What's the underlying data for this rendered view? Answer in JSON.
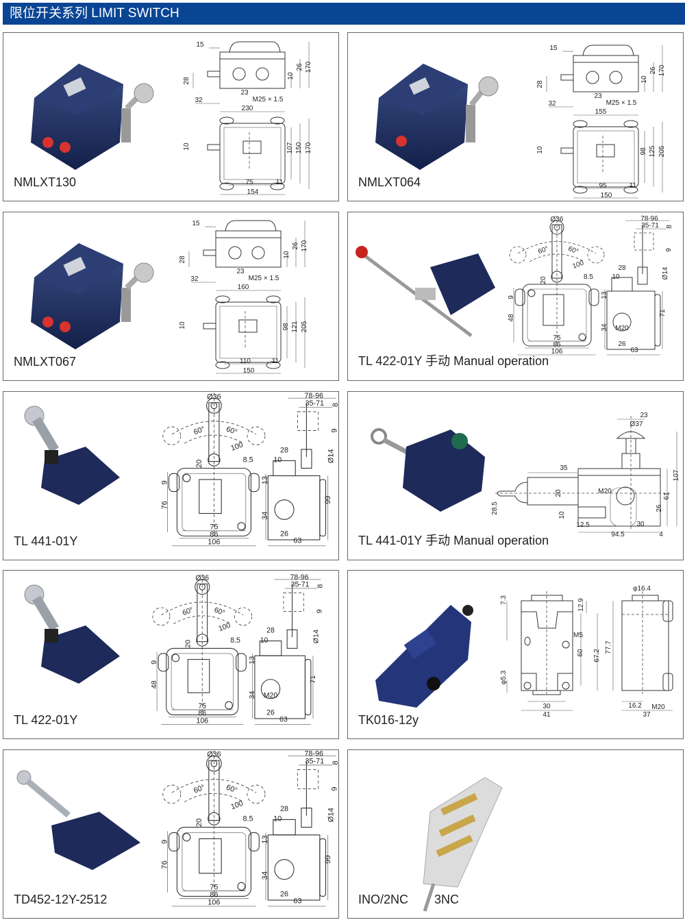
{
  "header": {
    "title": "限位开关系列 LIMIT SWITCH",
    "bg_color": "#0a4594"
  },
  "panels": [
    {
      "name": "NMLXT130",
      "drawing": "box",
      "photo": "box-red",
      "dims": [
        "15",
        "28",
        "32",
        "23",
        "M25 × 1.5",
        "10",
        "26",
        "170",
        "230",
        "10",
        "107",
        "150",
        "170",
        "75",
        "11",
        "154"
      ]
    },
    {
      "name": "NMLXT064",
      "drawing": "box",
      "photo": "box-single",
      "dims": [
        "15",
        "28",
        "32",
        "23",
        "M25 × 1.5",
        "10",
        "26",
        "170",
        "155",
        "10",
        "98",
        "125",
        "205",
        "95",
        "11",
        "150"
      ]
    },
    {
      "name": "NMLXT067",
      "drawing": "box",
      "photo": "box-red",
      "dims": [
        "15",
        "28",
        "32",
        "23",
        "M25 × 1.5",
        "10",
        "26",
        "170",
        "160",
        "10",
        "98",
        "121",
        "205",
        "110",
        "11",
        "150"
      ]
    },
    {
      "name": "TL 422-01Y 手动 Manual operation",
      "drawing": "lever",
      "photo": "manual-lever",
      "dims": [
        "Ø36",
        "60°",
        "60°",
        "100",
        "20",
        "8.5",
        "9",
        "48",
        "75",
        "86",
        "106",
        "78-96",
        "35-71",
        "8",
        "9",
        "28",
        "10",
        "Ø14",
        "13",
        "71",
        "34",
        "M20",
        "26",
        "63"
      ]
    },
    {
      "name": "TL 441-01Y",
      "drawing": "lever",
      "photo": "roller-lever",
      "dims": [
        "Ø36",
        "60°",
        "60°",
        "100",
        "20",
        "8.5",
        "9",
        "76",
        "75",
        "86",
        "106",
        "78-96",
        "35-71",
        "8",
        "9",
        "28",
        "10",
        "Ø14",
        "13",
        "99",
        "34",
        "",
        "26",
        "63"
      ]
    },
    {
      "name": "TL 441-01Y 手动 Manual operation",
      "drawing": "push",
      "photo": "push-button",
      "dims": [
        "23",
        "Ø37",
        "35",
        "M20",
        "20",
        "28.5",
        "61",
        "107",
        "26",
        "10",
        "12.5",
        "30",
        "94.5",
        "4"
      ]
    },
    {
      "name": "TL 422-01Y",
      "drawing": "lever",
      "photo": "roller-lever",
      "dims": [
        "Ø36",
        "60°",
        "60°",
        "100",
        "20",
        "8.5",
        "9",
        "48",
        "75",
        "86",
        "106",
        "78-96",
        "35-71",
        "8",
        "9",
        "28",
        "10",
        "Ø14",
        "13",
        "71",
        "34",
        "M20",
        "26",
        "63"
      ]
    },
    {
      "name": "TK016-12y",
      "drawing": "tk",
      "photo": "tk-switch",
      "dims": [
        "7.3",
        "12.9",
        "M5",
        "60",
        "67.2",
        "77.7",
        "φ5.3",
        "φ16.4",
        "30",
        "41",
        "16.2",
        "M20",
        "37"
      ]
    },
    {
      "name": "TD452-12Y-2512",
      "drawing": "lever",
      "photo": "roller-lever-long",
      "dims": [
        "Ø36",
        "60°",
        "60°",
        "100",
        "20",
        "8.5",
        "9",
        "76",
        "75",
        "86",
        "106",
        "78-96",
        "35-71",
        "8",
        "9",
        "28",
        "10",
        "Ø14",
        "13",
        "99",
        "34",
        "",
        "26",
        "63"
      ]
    },
    {
      "name": "INO/2NC",
      "name2": "3NC",
      "drawing": "none",
      "photo": "contact-block",
      "dims": []
    }
  ]
}
